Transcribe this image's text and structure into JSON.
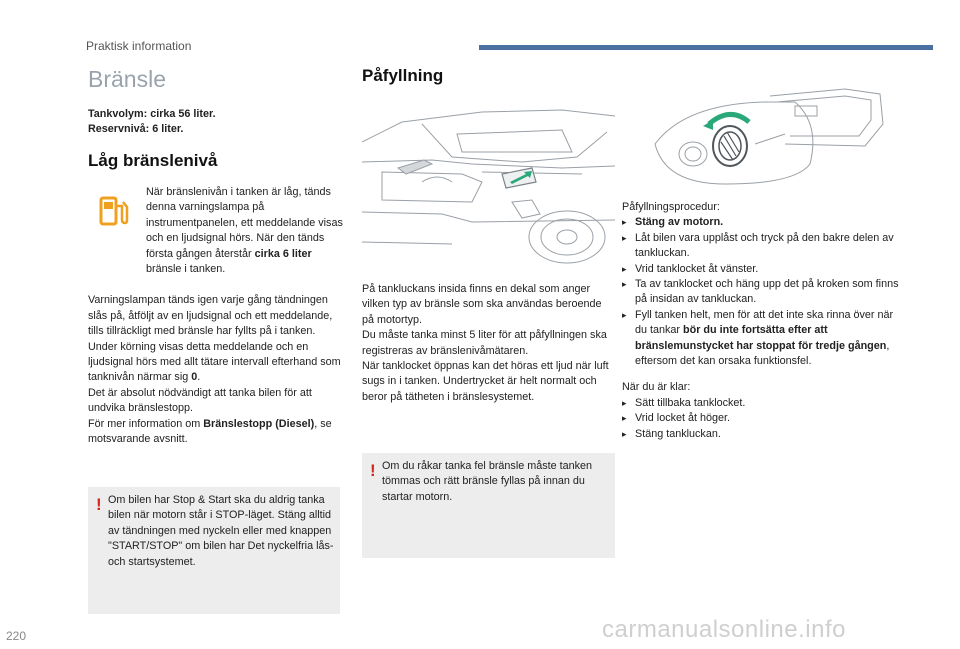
{
  "header": {
    "section": "Praktisk information"
  },
  "fuel": {
    "title": "Bränsle",
    "capacity": "Tankvolym: cirka 56 liter.",
    "reserve": "Reservnivå: 6 liter."
  },
  "low_fuel": {
    "title": "Låg bränslenivå",
    "icon": "fuel-pump-icon",
    "intro": "När bränslenivån i tanken är låg, tänds denna varningslampa på instrumentpanelen, ett meddelande visas och en ljudsignal hörs. När den tänds första gången återstår",
    "intro_bold": "cirka 6 liter",
    "intro_end": " bränsle i tanken.",
    "body_a": "Varningslampan tänds igen varje gång tändningen slås på, åtföljt av en ljudsignal och ett meddelande, tills tillräckligt med bränsle har fyllts på i tanken. Under körning visas detta meddelande och en ljudsignal hörs med allt tätare intervall efterhand som tanknivån närmar sig ",
    "body_a_bold": "0",
    "body_a_end": ".",
    "body_b": "Det är absolut nödvändigt att tanka bilen för att undvika bränslestopp.",
    "body_c": "För mer information om ",
    "body_c_bold": "Bränslestopp (Diesel)",
    "body_c_end": ", se motsvarande avsnitt.",
    "note": "Om bilen har Stop & Start ska du aldrig tanka bilen när motorn står i STOP-läget. Stäng alltid av tändningen med nyckeln eller med knappen \"START/STOP\" om bilen har Det nyckelfria lås- och startsystemet."
  },
  "refuel": {
    "title": "Påfyllning",
    "p1": "På tankluckans insida finns en dekal som anger vilken typ av bränsle som ska användas beroende på motortyp.",
    "p2": "Du måste tanka minst 5 liter för att påfyllningen ska registreras av bränslenivåmätaren.",
    "p3": "När tanklocket öppnas kan det höras ett ljud när luft sugs in i tanken. Undertrycket är helt normalt och beror på tätheten i bränslesystemet.",
    "note": "Om du råkar tanka fel bränsle måste tanken tömmas och rätt bränsle fyllas på innan du startar motorn."
  },
  "procedure": {
    "heading": "Påfyllningsprocedur:",
    "step1": "Stäng av motorn.",
    "step2": "Låt bilen vara upplåst och tryck på den bakre delen av tankluckan.",
    "step3": "Vrid tanklocket åt vänster.",
    "step4": "Ta av tanklocket och häng upp det på kroken som finns på insidan av tankluckan.",
    "step5": "Fyll tanken helt, men för att det inte ska rinna över när du tankar ",
    "step5_bold": "bör du inte fortsätta efter att bränslemunstycket har stoppat för tredje gången",
    "step5_end": ", eftersom det kan orsaka funktionsfel.",
    "after_heading": "När du är klar:",
    "after1": "Sätt tillbaka tanklocket.",
    "after2": "Vrid locket åt höger.",
    "after3": "Stäng tankluckan."
  },
  "footer": {
    "page_number": "220",
    "watermark": "carmanualsonline.info"
  },
  "colors": {
    "accent_bar": "#4a6fa0",
    "warning": "#d9261c",
    "arrow_green": "#2aa879",
    "icon_orange": "#f0a020"
  }
}
